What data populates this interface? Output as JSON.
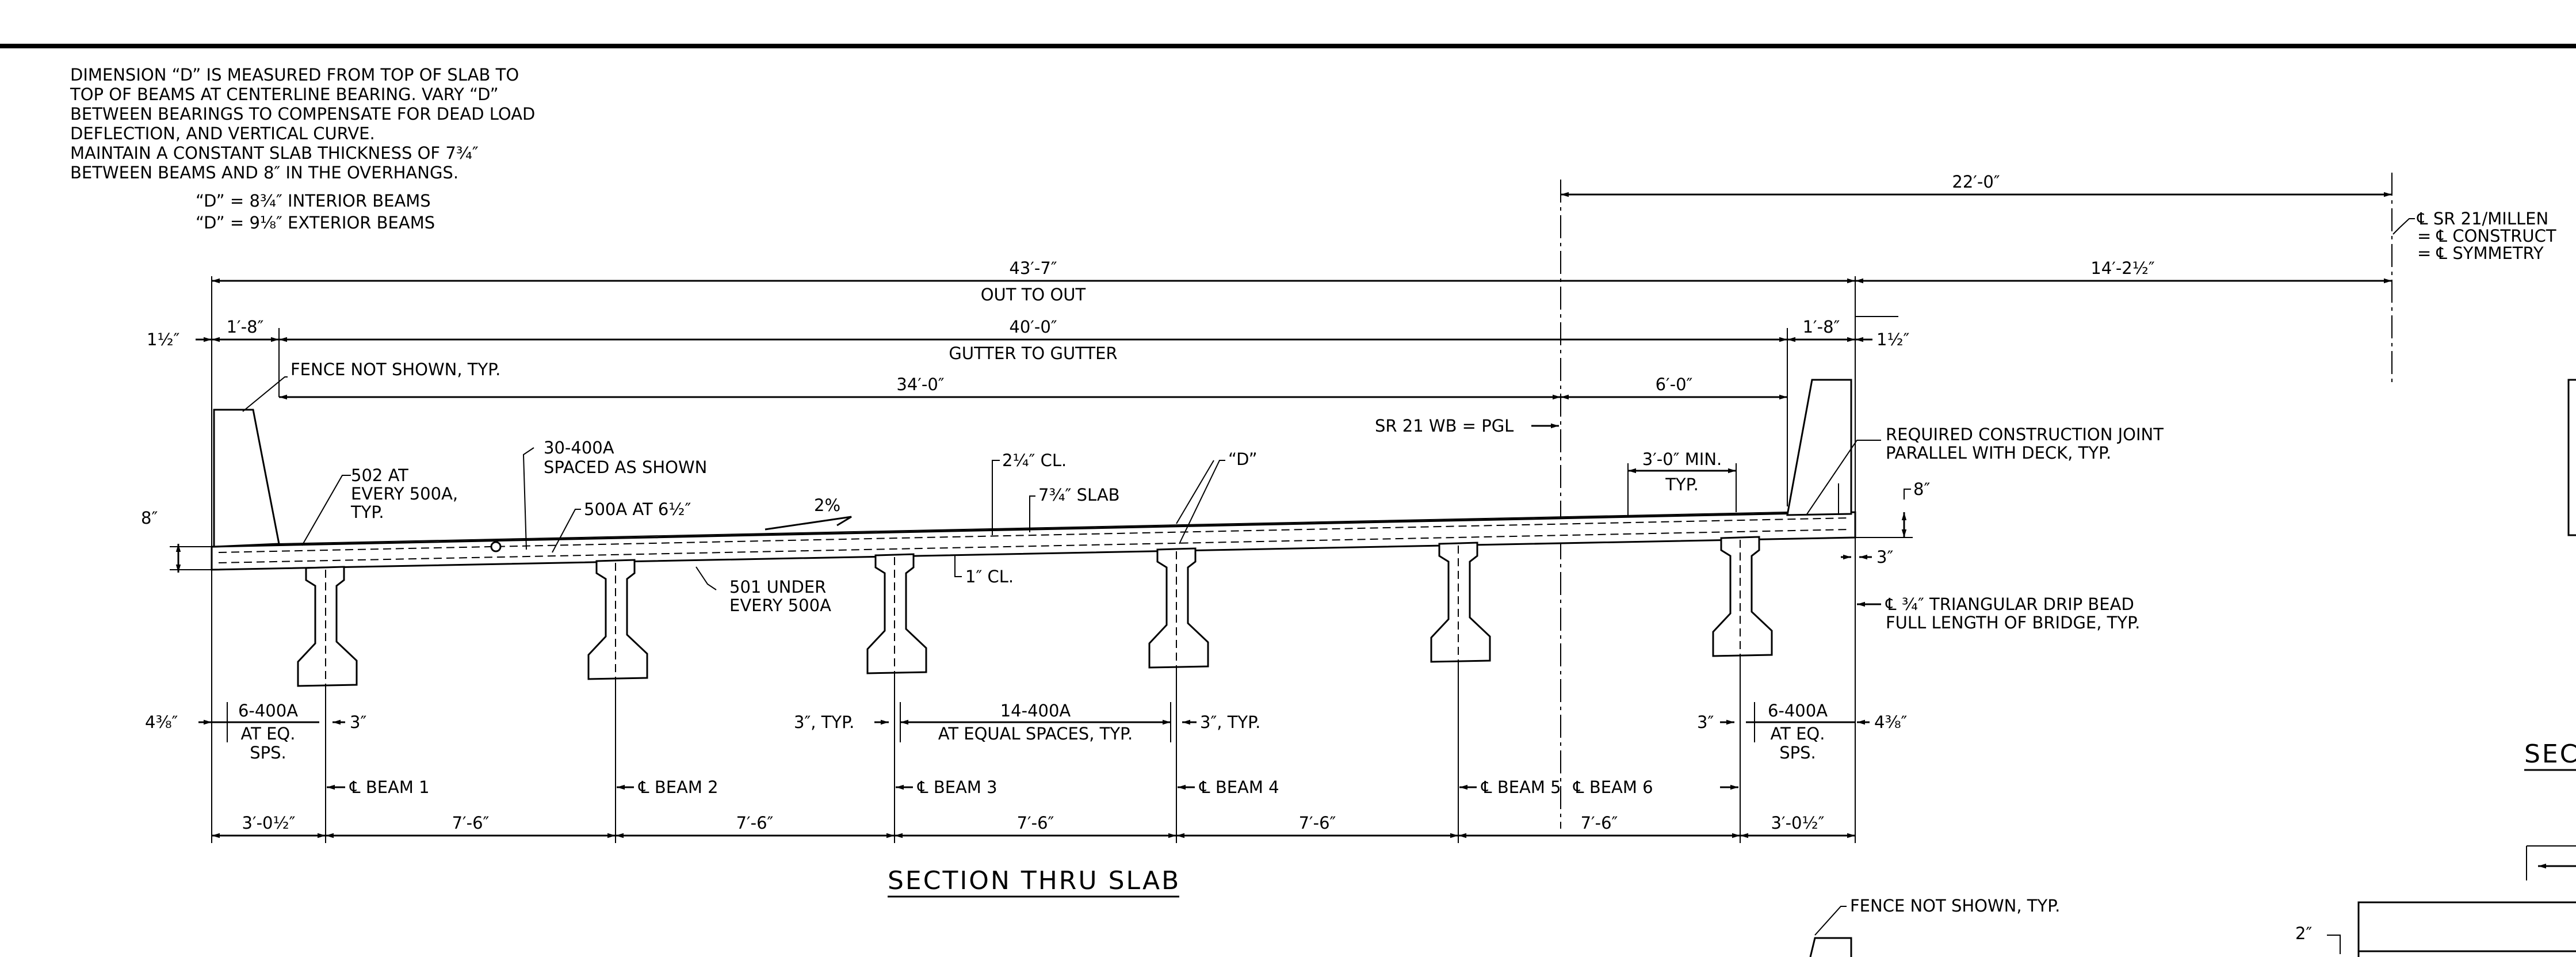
{
  "notes": [
    "DIMENSION “D” IS MEASURED FROM TOP OF SLAB TO",
    "TOP OF BEAMS AT CENTERLINE BEARING. VARY “D”",
    "BETWEEN BEARINGS TO COMPENSATE FOR DEAD LOAD",
    "DEFLECTION, AND VERTICAL CURVE.",
    "MAINTAIN A CONSTANT SLAB THICKNESS OF 7¾″",
    "BETWEEN BEAMS AND 8″ IN THE OVERHANGS.",
    "“D” = 8¾″ INTERIOR BEAMS",
    "“D” = 9⅛″ EXTERIOR BEAMS"
  ],
  "dims": {
    "d22": "22′-0″",
    "d14": "14′-2½″",
    "d43": "43′-7″",
    "out_to_out": "OUT TO OUT",
    "d40": "40′-0″",
    "gutter": "GUTTER TO GUTTER",
    "d34": "34′-0″",
    "d6": "6′-0″",
    "d1_8": "1′-8″",
    "d1_2": "1½″",
    "d8": "8″",
    "d3": "3″",
    "d438": "4⅜″",
    "d3_0": "3′-0″ MIN.",
    "typ": "TYP.",
    "d3typ": "3″, TYP.",
    "d3_0h": "3′-0½″",
    "d7_6": "7′-6″"
  },
  "centerline": [
    "℄ SR 21/MILLEN",
    "= ℄ CONSTRUCT",
    "= ℄ SYMMETRY"
  ],
  "labels": {
    "fence": "FENCE NOT SHOWN, TYP.",
    "sr21": "SR 21 WB = PGL",
    "joint1": "REQUIRED CONSTRUCTION JOINT",
    "joint2": "PARALLEL WITH DECK, TYP.",
    "r30_1": "30-400A",
    "r30_2": "SPACED AS SHOWN",
    "r502_1": "502 AT",
    "r502_2": "EVERY 500A,",
    "r502_3": "TYP.",
    "r500": "500A AT 6½″",
    "slope": "2%",
    "cl214": "2¼″ CL.",
    "slab": "7¾″ SLAB",
    "dd": "“D”",
    "cl1": "1″ CL.",
    "r501_1": "501 UNDER",
    "r501_2": "EVERY 500A",
    "drip1": "℄ ¾″ TRIANGULAR DRIP BEAD",
    "drip2": "FULL LENGTH OF BRIDGE, TYP.",
    "r6a": "6-400A",
    "r6b": "AT EQ.",
    "r6c": "SPS.",
    "r14a": "14-400A",
    "r14b": "AT EQUAL SPACES, TYP.",
    "sec_partial": "SEC",
    "two_in": "2″"
  },
  "beams": [
    "℄ BEAM 1",
    "℄ BEAM 2",
    "℄ BEAM 3",
    "℄ BEAM 4",
    "℄ BEAM 5",
    "℄ BEAM 6"
  ],
  "title": "SECTION THRU SLAB"
}
